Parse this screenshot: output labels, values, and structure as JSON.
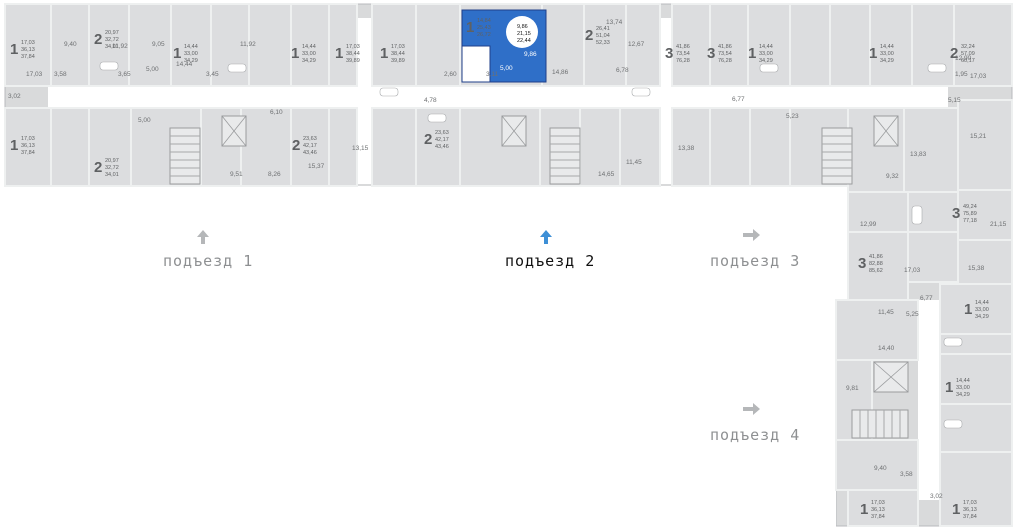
{
  "entrances": [
    {
      "label": "подъезд 1",
      "active": false
    },
    {
      "label": "подъезд 2",
      "active": true
    },
    {
      "label": "подъезд 3",
      "active": false
    },
    {
      "label": "подъезд 4",
      "active": false
    }
  ],
  "selected_apartment": {
    "rooms": "1",
    "areas": [
      "9,86",
      "21,15",
      "22,44"
    ],
    "dims": [
      "9,86",
      "5,00",
      "3,11",
      "2,60"
    ]
  },
  "apartments": [
    {
      "rooms": "1",
      "areas": [
        "17,03",
        "36,13",
        "37,84"
      ]
    },
    {
      "rooms": "2",
      "areas": [
        "20,97",
        "32,72",
        "34,01"
      ]
    },
    {
      "rooms": "1",
      "areas": [
        "14,44",
        "33,00",
        "34,29"
      ]
    },
    {
      "rooms": "1",
      "areas": [
        "14,44",
        "33,00",
        "34,29"
      ]
    },
    {
      "rooms": "1",
      "areas": [
        "17,03",
        "38,44",
        "39,89"
      ]
    },
    {
      "rooms": "1",
      "areas": [
        "17,03",
        "38,44",
        "39,89"
      ]
    },
    {
      "rooms": "1",
      "areas": [
        "17,03",
        "36,13",
        "37,84"
      ]
    },
    {
      "rooms": "2",
      "areas": [
        "20,97",
        "32,72",
        "34,01"
      ]
    },
    {
      "rooms": "2",
      "areas": [
        "23,63",
        "42,17",
        "43,46"
      ]
    },
    {
      "rooms": "2",
      "areas": [
        "23,63",
        "42,17",
        "43,46"
      ]
    },
    {
      "rooms": "1",
      "areas": [
        "14,84",
        "25,43",
        "26,72"
      ]
    },
    {
      "rooms": "2",
      "areas": [
        "26,41",
        "51,04",
        "52,33"
      ]
    },
    {
      "rooms": "3",
      "areas": [
        "41,86",
        "73,54",
        "76,28"
      ]
    },
    {
      "rooms": "3",
      "areas": [
        "41,86",
        "73,54",
        "76,28"
      ]
    },
    {
      "rooms": "1",
      "areas": [
        "14,44",
        "33,00",
        "34,29"
      ]
    },
    {
      "rooms": "1",
      "areas": [
        "14,44",
        "33,00",
        "34,29"
      ]
    },
    {
      "rooms": "2",
      "areas": [
        "32,24",
        "57,09",
        "60,17"
      ]
    },
    {
      "rooms": "3",
      "areas": [
        "49,24",
        "75,89",
        "77,18"
      ]
    },
    {
      "rooms": "3",
      "areas": [
        "41,86",
        "82,88",
        "85,62"
      ]
    },
    {
      "rooms": "1",
      "areas": [
        "14,44",
        "33,00",
        "34,29"
      ]
    },
    {
      "rooms": "1",
      "areas": [
        "14,44",
        "33,00",
        "34,29"
      ]
    },
    {
      "rooms": "1",
      "areas": [
        "17,03",
        "36,13",
        "37,84"
      ]
    },
    {
      "rooms": "1",
      "areas": [
        "17,03",
        "36,13",
        "37,84"
      ]
    }
  ],
  "dimensions": [
    "9,40",
    "11,92",
    "9,05",
    "5,00",
    "14,44",
    "3,58",
    "3,65",
    "3,45",
    "17,03",
    "3,02",
    "5,00",
    "6,10",
    "9,51",
    "8,26",
    "15,37",
    "13,15",
    "14,86",
    "12,67",
    "6,78",
    "13,74",
    "11,92",
    "12,90",
    "1,95",
    "17,03",
    "6,77",
    "5,23",
    "13,38",
    "11,45",
    "14,65",
    "4,78",
    "5,15",
    "15,21",
    "9,32",
    "13,83",
    "12,99",
    "21,15",
    "11,45",
    "14,40",
    "9,81",
    "17,03",
    "3,02",
    "3,58",
    "9,40",
    "15,38",
    "6,77",
    "5,25"
  ]
}
